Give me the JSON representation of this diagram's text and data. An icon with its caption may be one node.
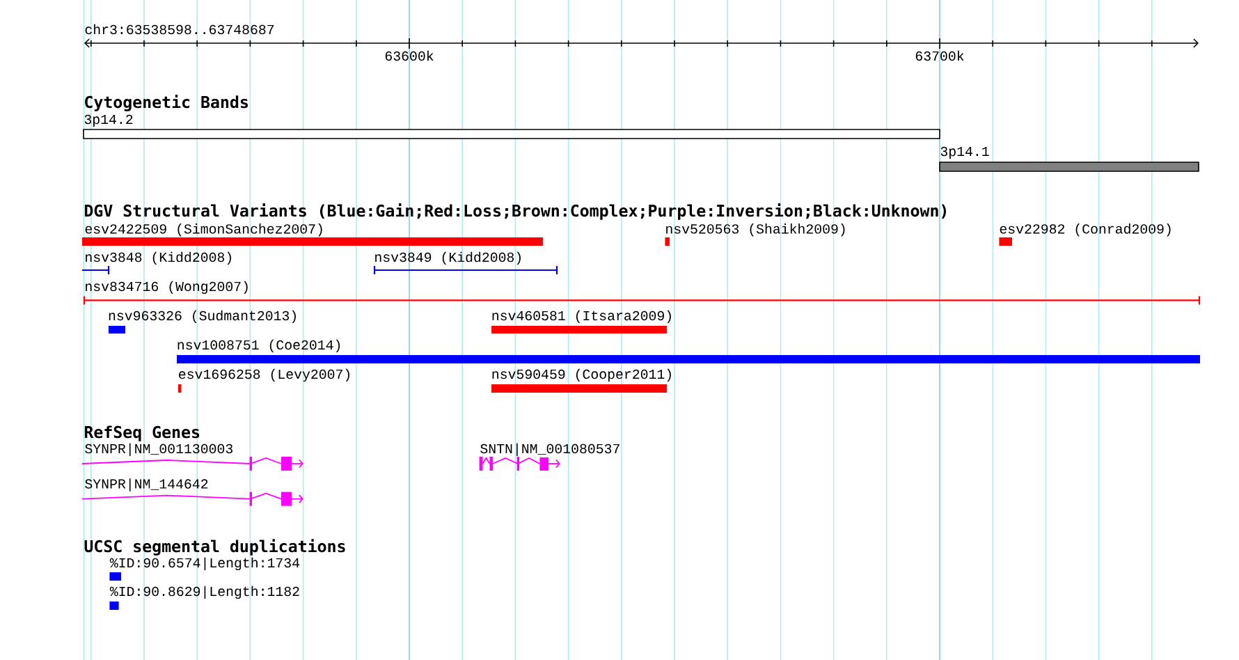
{
  "diagram": {
    "nodes": [
      {
        "text": [
          "3p14.2"
        ]
      },
      {
        "text": [
          "3p14.1"
        ]
      },
      {
        "text": [
          "esv2422509 (SimonSanchez2007)"
        ]
      },
      {
        "text": [
          "nsv520563 (Shaikh2009)"
        ]
      },
      {
        "text": [
          "esv22982 (Conrad2009)"
        ]
      },
      {
        "text": [
          "nsv3848 (Kidd2008)"
        ]
      },
      {
        "text": [
          "nsv3849 (Kidd2008)"
        ]
      },
      {
        "text": [
          "nsv834716 (Wong2007)"
        ]
      },
      {
        "text": [
          "nsv963326 (Sudmant2013)"
        ]
      },
      {
        "text": [
          "nsv460581 (Itsara2009)"
        ]
      },
      {
        "text": [
          "nsv1008751 (Coe2014)"
        ]
      },
      {
        "text": [
          "esv1696258 (Levy2007)"
        ]
      },
      {
        "text": [
          "nsv590459 (Cooper2011)"
        ]
      },
      {
        "text": [
          "SYNPR|NM_001130003"
        ]
      },
      {
        "text": [
          "SYNPR|NM_144642"
        ]
      },
      {
        "text": [
          "SNTN|NM_001080537"
        ]
      },
      {
        "text": [
          "%ID:90.6574|Length:1734"
        ]
      },
      {
        "text": [
          "%ID:90.8629|Length:1182"
        ]
      }
    ],
    "labels": [
      "chr3:63538598..63748687",
      "63600k",
      "63700k",
      "Cytogenetic Bands",
      "DGV Structural Variants (Blue:Gain;Red:Loss;Brown:Complex;Purple:Inversion;Black:Unknown)",
      "RefSeq Genes",
      "UCSC segmental duplications"
    ]
  }
}
